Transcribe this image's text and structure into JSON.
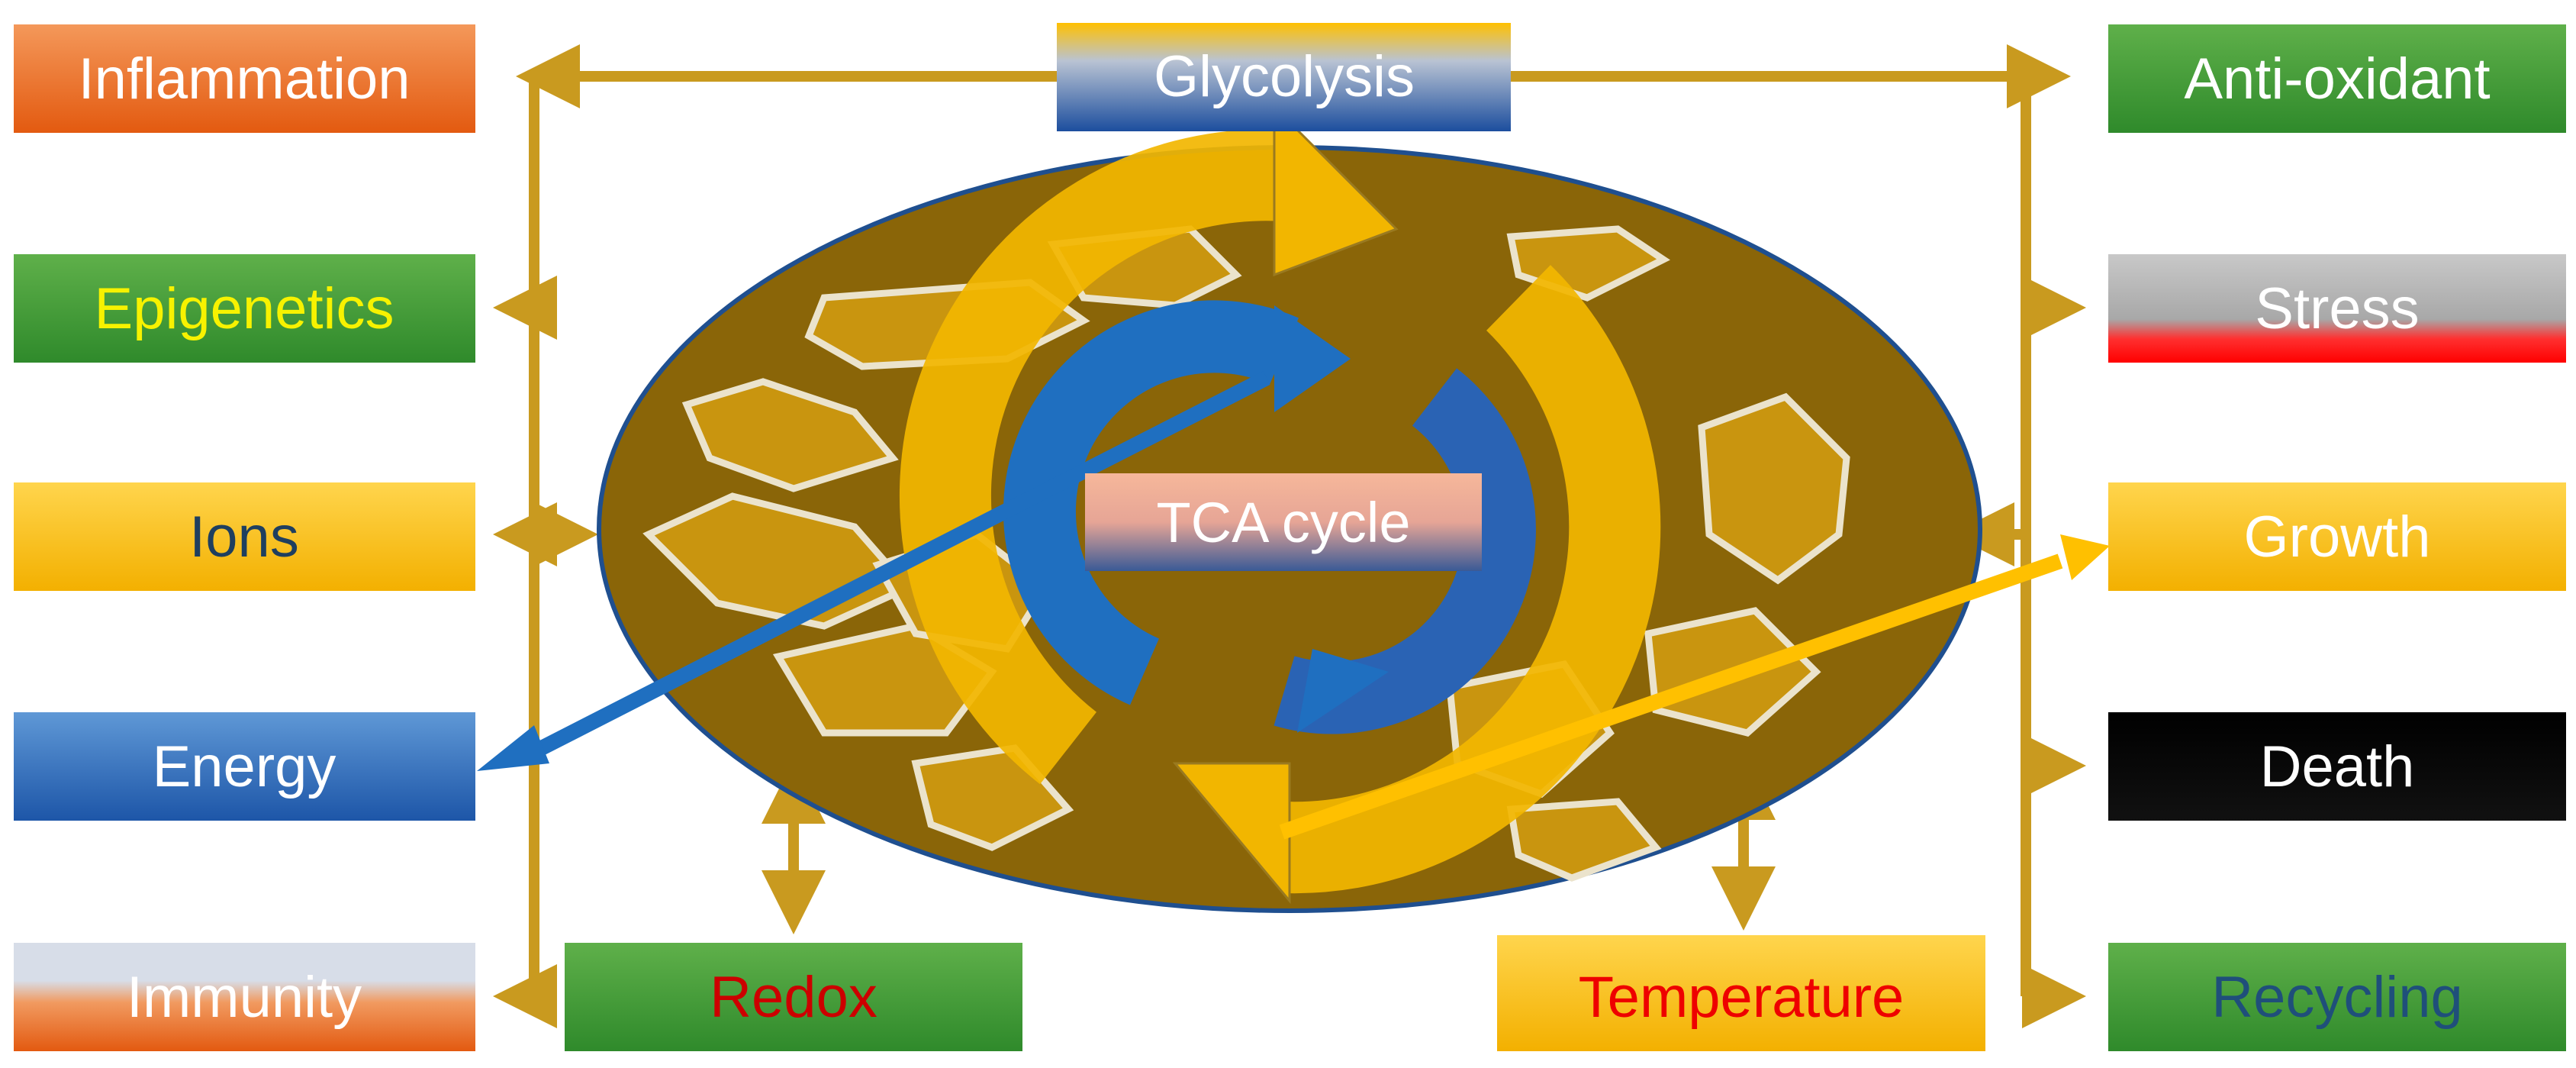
{
  "center": {
    "top_label": "Glycolysis",
    "cycle_label": "TCA cycle"
  },
  "left_boxes": [
    {
      "label": "Inflammation",
      "text_color": "#ffffff"
    },
    {
      "label": "Epigenetics",
      "text_color": "#f7f200"
    },
    {
      "label": "Ions",
      "text_color": "#1f3f5f"
    },
    {
      "label": "Energy",
      "text_color": "#ffffff"
    },
    {
      "label": "Immunity",
      "text_color": "#ffffff"
    }
  ],
  "right_boxes": [
    {
      "label": "Anti-oxidant",
      "text_color": "#ffffff"
    },
    {
      "label": "Stress",
      "text_color": "#ffffff"
    },
    {
      "label": "Growth",
      "text_color": "#ffffff"
    },
    {
      "label": "Death",
      "text_color": "#ffffff"
    },
    {
      "label": "Recycling",
      "text_color": "#1f4f7a"
    }
  ],
  "bottom_boxes": [
    {
      "label": "Redox",
      "text_color": "#cc0000"
    },
    {
      "label": "Temperature",
      "text_color": "#ee0000"
    }
  ],
  "colors": {
    "connector": "#c99a1f",
    "mito_outer": "#8a6508",
    "mito_inner": "#c9950f",
    "cristae_stroke": "#e8e0c8",
    "cycle_gold": "#f2b600",
    "cycle_blue": "#1f6fc0"
  }
}
